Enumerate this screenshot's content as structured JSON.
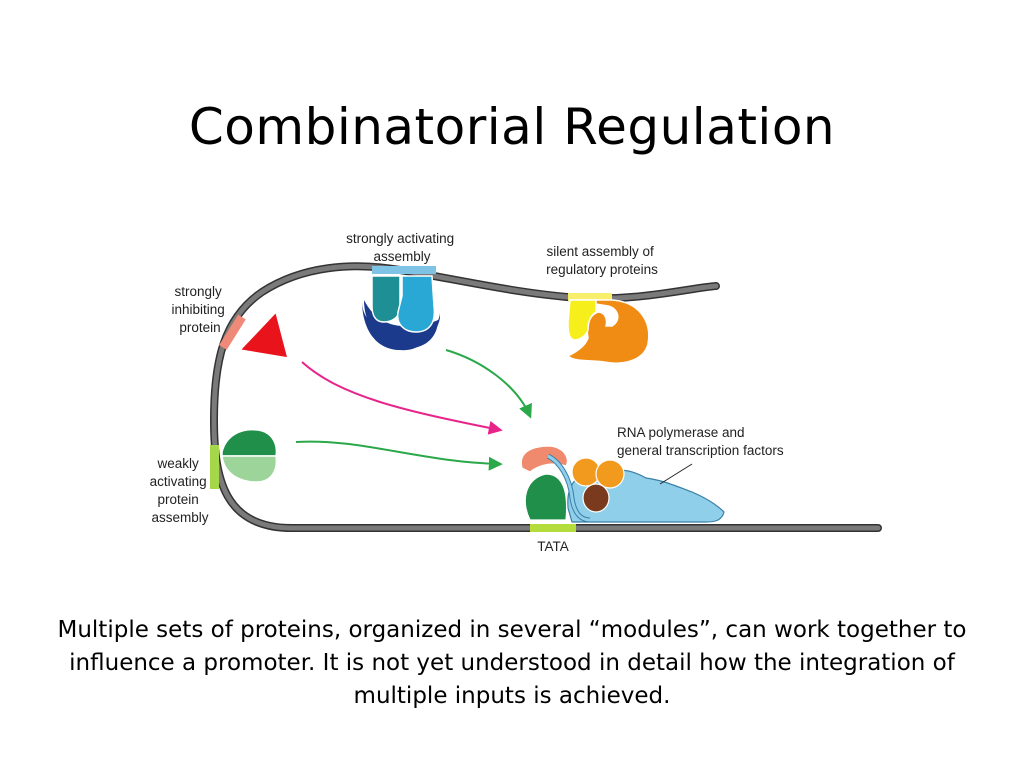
{
  "slide": {
    "title": "Combinatorial Regulation",
    "caption": "Multiple sets of proteins, organized in several “modules”, can work together to influence a promoter. It is not yet understood in detail how the integration of multiple inputs is achieved."
  },
  "diagram": {
    "labels": {
      "strongly_activating": [
        "strongly activating",
        "assembly"
      ],
      "silent_assembly": [
        "silent assembly of",
        "regulatory proteins"
      ],
      "strongly_inhibiting": [
        "strongly",
        "inhibiting",
        "protein"
      ],
      "rna_polymerase": [
        "RNA polymerase and",
        "general transcription factors"
      ],
      "weakly_activating": [
        "weakly",
        "activating",
        "protein",
        "assembly"
      ],
      "tata": "TATA"
    },
    "colors": {
      "dna": "#7a7a7a",
      "inhibitor": "#e8131b",
      "inhibitor_site": "#f08a78",
      "activator_dark_teal": "#1f8f96",
      "activator_light_blue": "#29a8d6",
      "activator_navy": "#1c3a8c",
      "silent_yellow": "#f7ef1c",
      "silent_orange": "#f08c14",
      "weak_dark_green": "#1f8f4a",
      "weak_light_green": "#9cd49a",
      "weak_site": "#a6d64a",
      "polymerase_blue": "#8fcfea",
      "factor_orange": "#f29a1e",
      "factor_brown": "#7a3a1e",
      "factor_salmon": "#ef8a6e",
      "factor_green": "#1f8f4a",
      "arrow_magenta": "#e8248a",
      "arrow_green": "#2aa84a",
      "tata_site": "#b4dc3c"
    }
  }
}
